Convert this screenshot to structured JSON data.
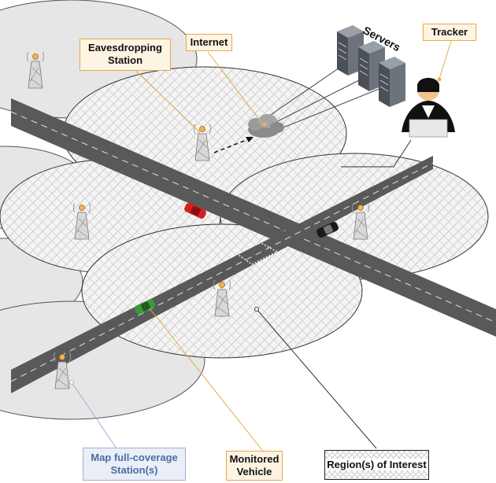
{
  "labels": {
    "eavesdropping_station": "Eavesdropping Station",
    "internet": "Internet",
    "servers": "Servers",
    "tracker": "Tracker",
    "map_station": "Map full-coverage Station(s)",
    "monitored_vehicle": "Monitored Vehicle",
    "region_of_interest": "Region(s) of Interest"
  },
  "colors": {
    "label_orange_fill": "#fdf4e2",
    "label_orange_border": "#e8a94a",
    "label_blue_fill": "#e9eef7",
    "label_blue_border": "#9db2d8",
    "road": "#5a5a5a",
    "car_red": "#d62020",
    "car_black": "#1a1a1a",
    "car_green": "#3a9a3a",
    "coverage_gray": "#e6e6e6"
  }
}
